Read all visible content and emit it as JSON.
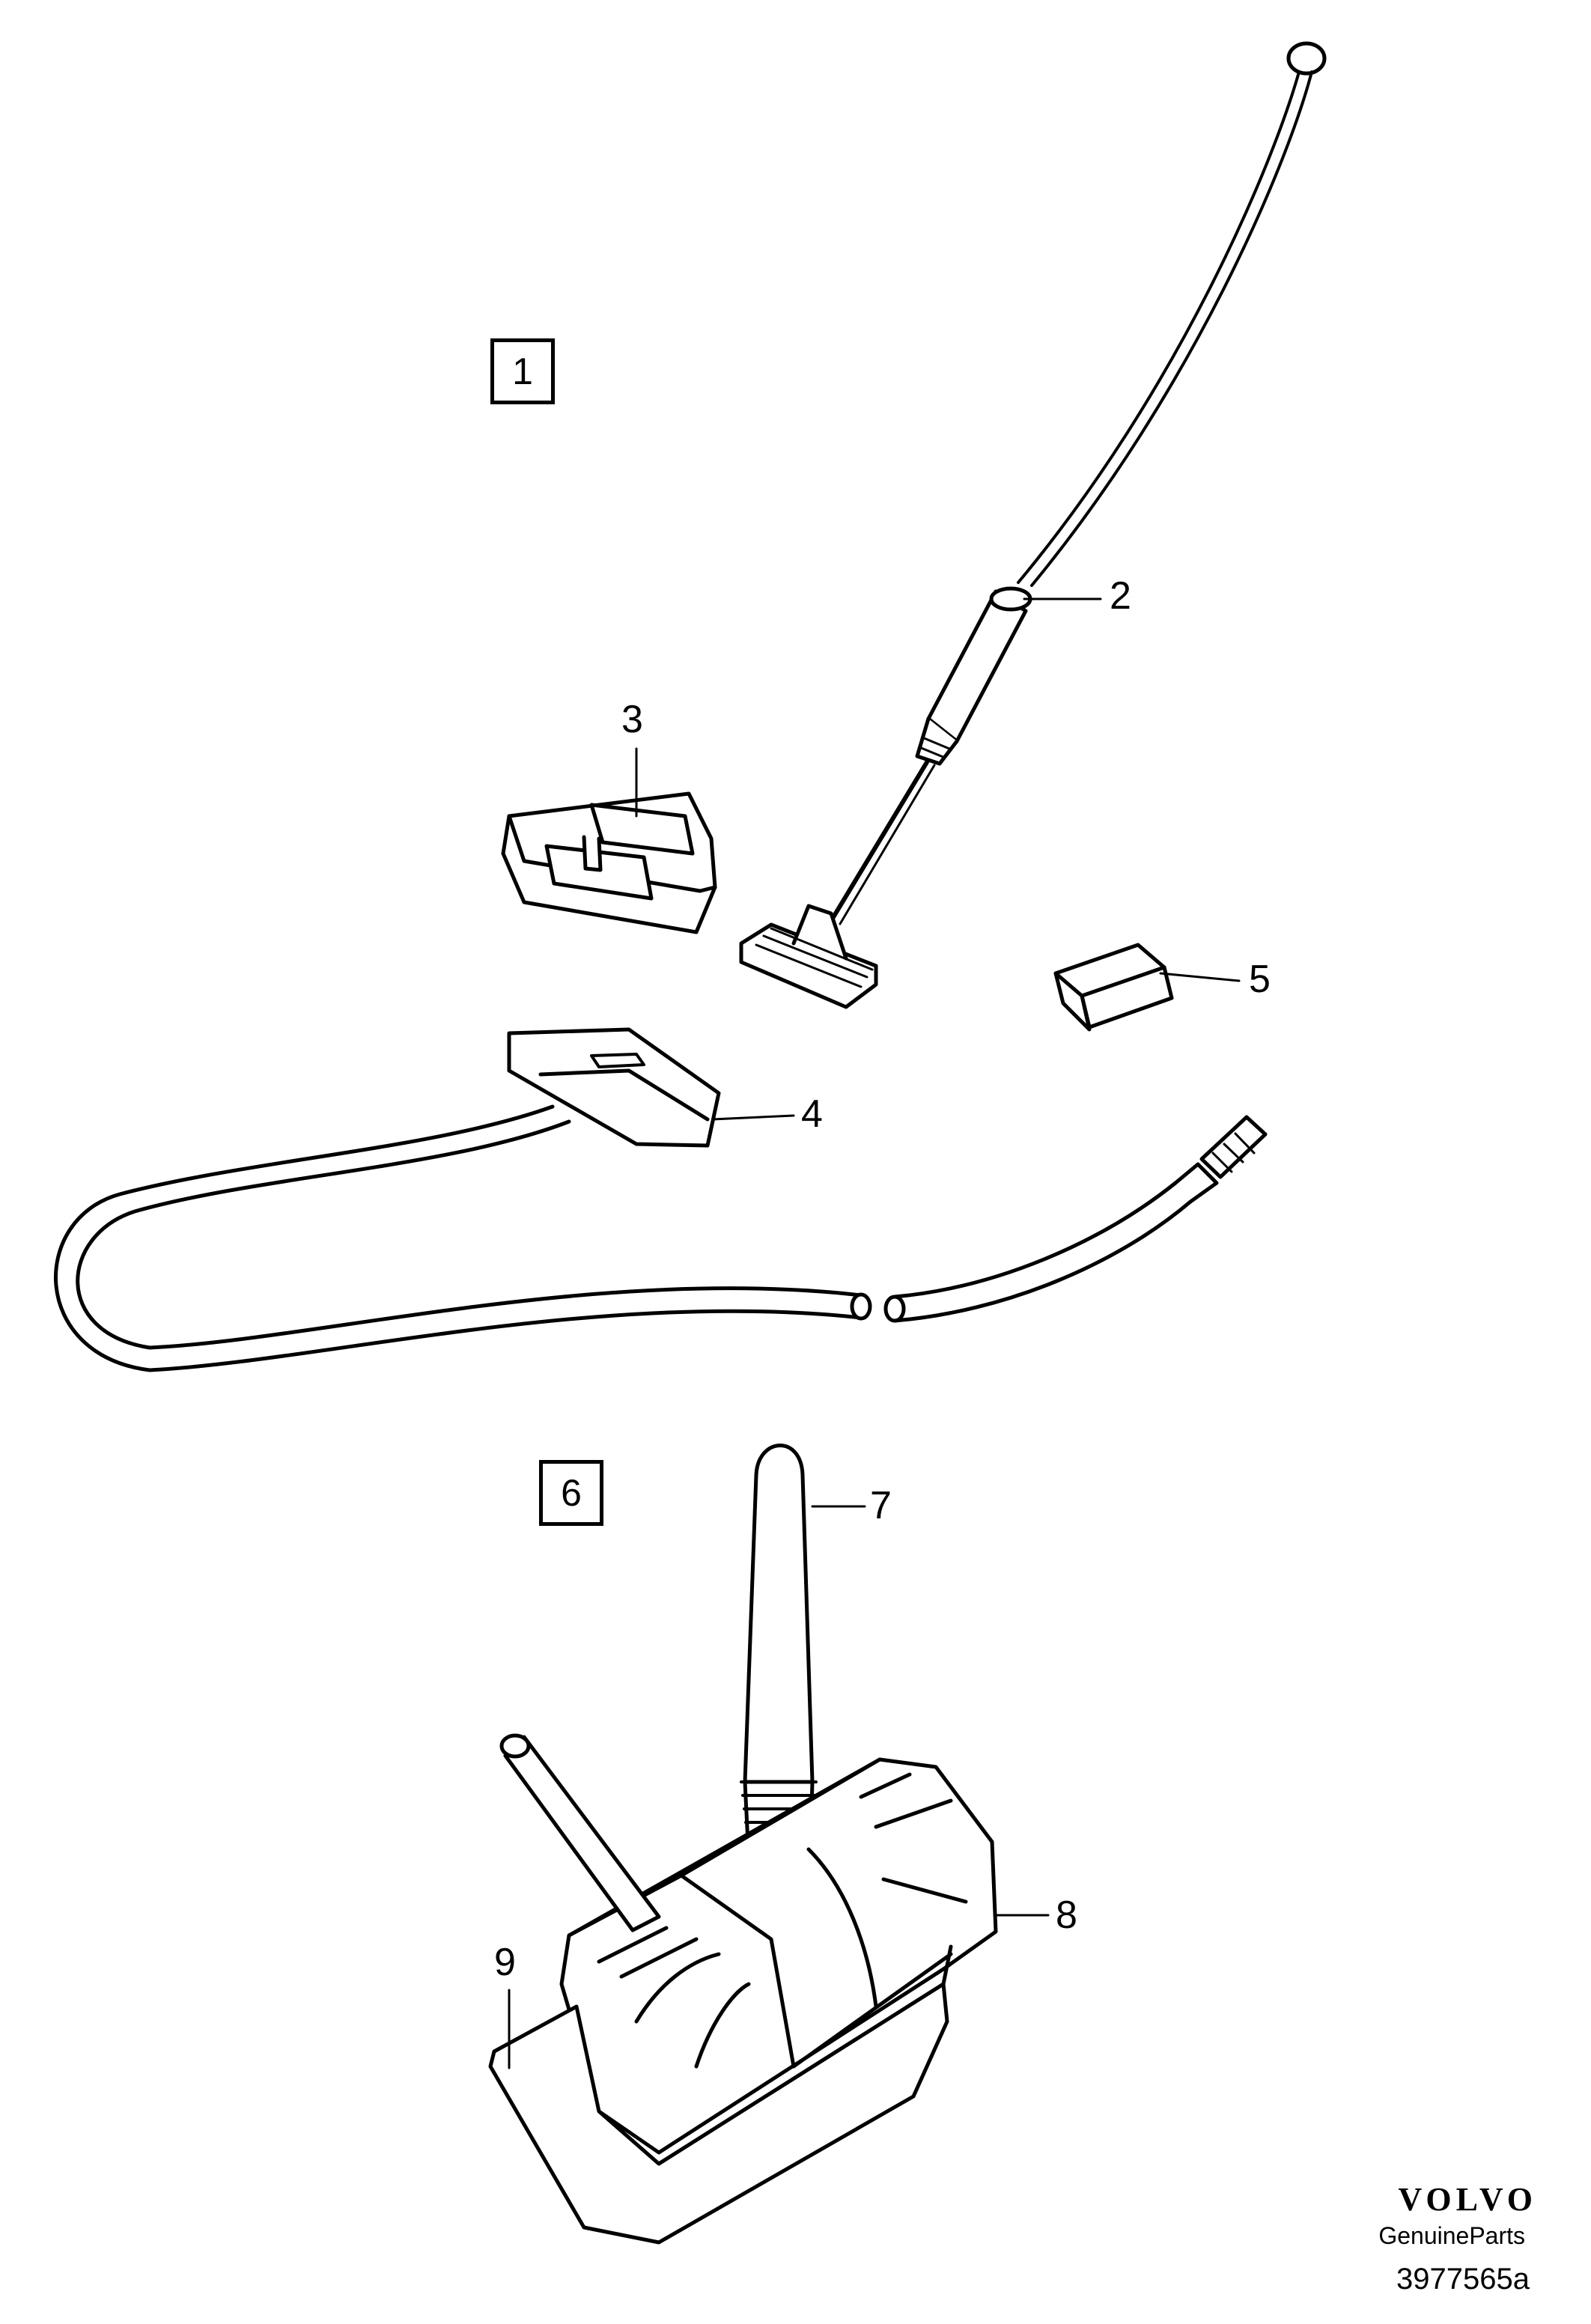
{
  "groups": [
    "1",
    "6"
  ],
  "callouts": {
    "c2": "2",
    "c3": "3",
    "c4": "4",
    "c5": "5",
    "c7": "7",
    "c8": "8",
    "c9": "9"
  },
  "footer": {
    "brand": "VOLVO",
    "subtitle": "GenuineParts",
    "diagram_id": "3977565a"
  }
}
